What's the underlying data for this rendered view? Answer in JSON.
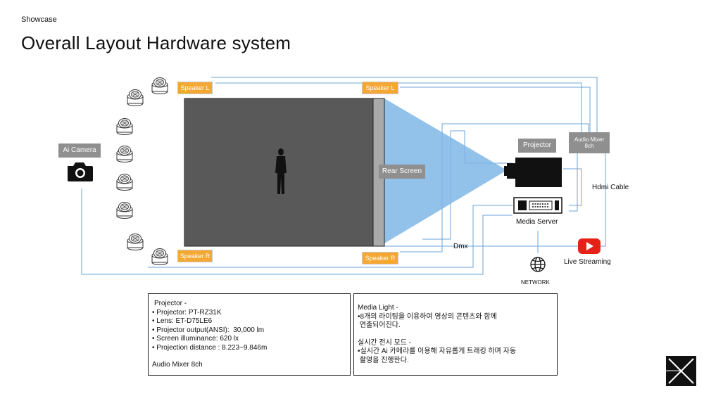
{
  "header": {
    "breadcrumb": "Showcase",
    "title": "Overall Layout Hardware system"
  },
  "labels": {
    "speaker_l": "Speaker L",
    "speaker_r": "Speaker R",
    "ai_camera": "Ai Camera",
    "rear_screen": "Rear Screen",
    "projector": "Projector",
    "audio_mixer": "Audio Mixer 8ch",
    "hdmi_cable": "Hdmi Cable",
    "media_server": "Media Server",
    "dmx": "Dmx",
    "network": "NETWORK",
    "live_streaming": "Live Streaming"
  },
  "projector_spec": {
    "heading": "Projector -",
    "items": [
      "• Projector: PT-RZ31K",
      "• Lens: ET-D75LE6",
      "• Projector output(ANSI):  30,000 lm",
      "• Screen illuminance: 620 lx",
      "• Projection distance : 8.223~9.846m"
    ],
    "footer": "Audio Mixer 8ch"
  },
  "media_spec": {
    "heading1": "Media Light -",
    "body1": [
      "•8개의 라이팅을 이용하여 영상의 콘텐츠와 함께",
      " 연출되어진다."
    ],
    "heading2": "실시간 전시 모드 -",
    "body2": [
      "•실시간 Ai 카메라를 이용해 자유롭게 트래킹 하며 자동",
      " 촬영을 진행한다."
    ]
  },
  "colors": {
    "speaker_tag": "#f5a733",
    "stage": "#595959",
    "projection_beam": "#7fb6e6",
    "cable": "#6aa6d8",
    "youtube": "#e62117"
  },
  "icons": [
    "camera-icon",
    "moving-head-light-icon",
    "projector-icon",
    "media-server-icon",
    "network-globe-icon",
    "youtube-icon",
    "brand-logo-icon"
  ]
}
